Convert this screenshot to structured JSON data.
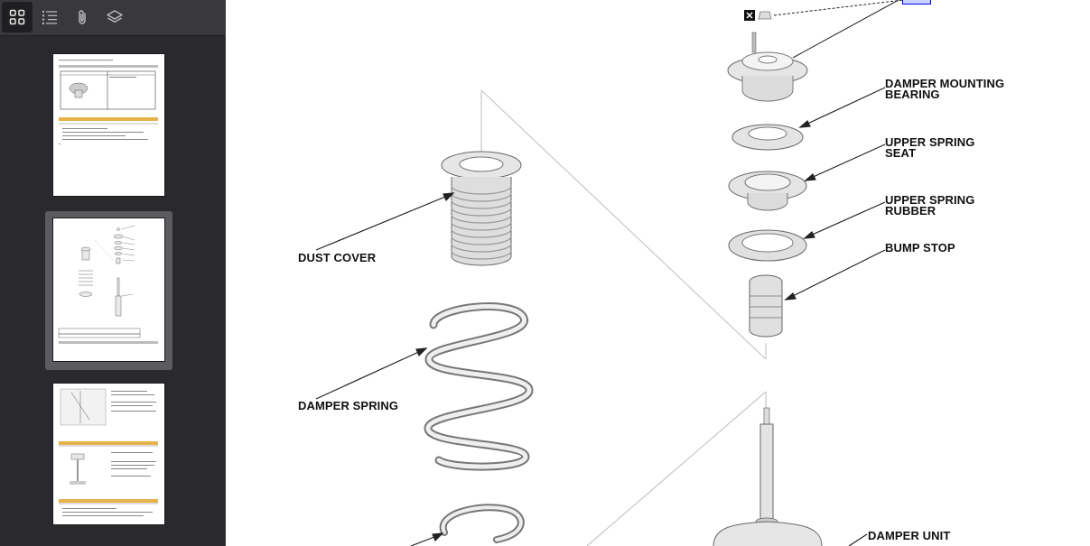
{
  "sidebar": {
    "toolbar": {
      "thumbnails_icon": "grid-icon",
      "outline_icon": "list-icon",
      "attachments_icon": "paperclip-icon",
      "layers_icon": "layers-icon"
    },
    "pages": [
      {
        "selected": false
      },
      {
        "selected": true
      },
      {
        "selected": false
      }
    ]
  },
  "diagram": {
    "labels": {
      "dust_cover": "DUST COVER",
      "damper_spring": "DAMPER SPRING",
      "damper_mounting_bearing_1": "DAMPER MOUNTING",
      "damper_mounting_bearing_2": "BEARING",
      "upper_spring_seat_1": "UPPER SPRING",
      "upper_spring_seat_2": "SEAT",
      "upper_spring_rubber_1": "UPPER SPRING",
      "upper_spring_rubber_2": "RUBBER",
      "bump_stop": "BUMP STOP",
      "damper_unit": "DAMPER UNIT"
    }
  },
  "colors": {
    "sidebar_bg": "#2a2a2e",
    "toolbar_bg": "#38383d",
    "selected_thumb": "#5b5b60",
    "link": "#0000ee"
  }
}
